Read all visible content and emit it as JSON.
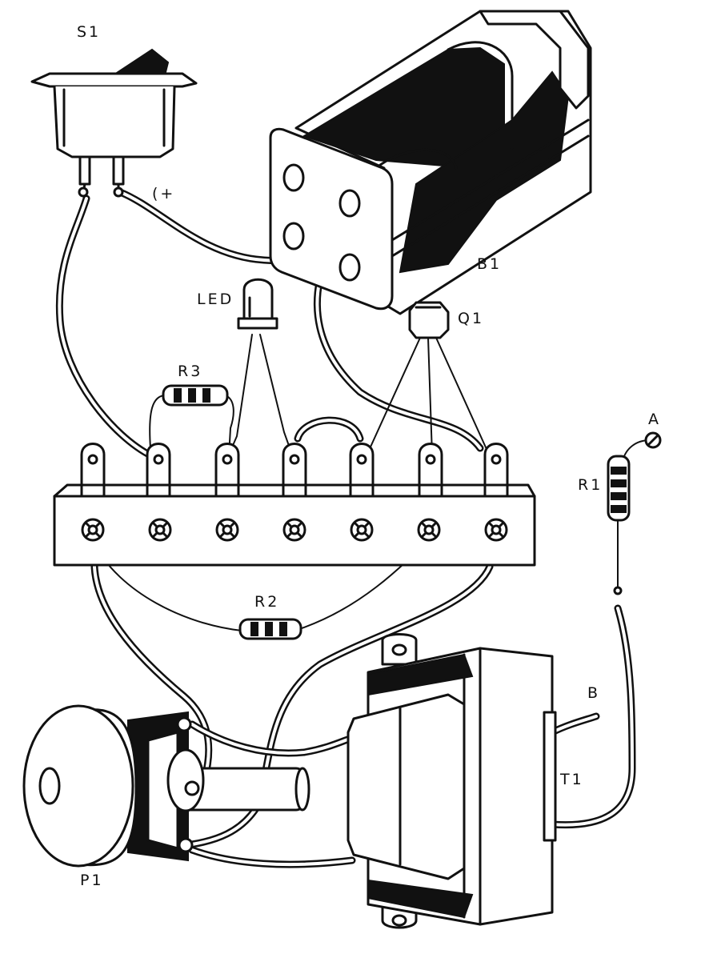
{
  "labels": {
    "s1": "S1",
    "plus": "(+",
    "b1": "B1",
    "led": "LED",
    "q1": "Q1",
    "r3": "R3",
    "r1": "R1",
    "a": "A",
    "r2": "R2",
    "b": "B",
    "t1": "T1",
    "p1": "P1"
  }
}
